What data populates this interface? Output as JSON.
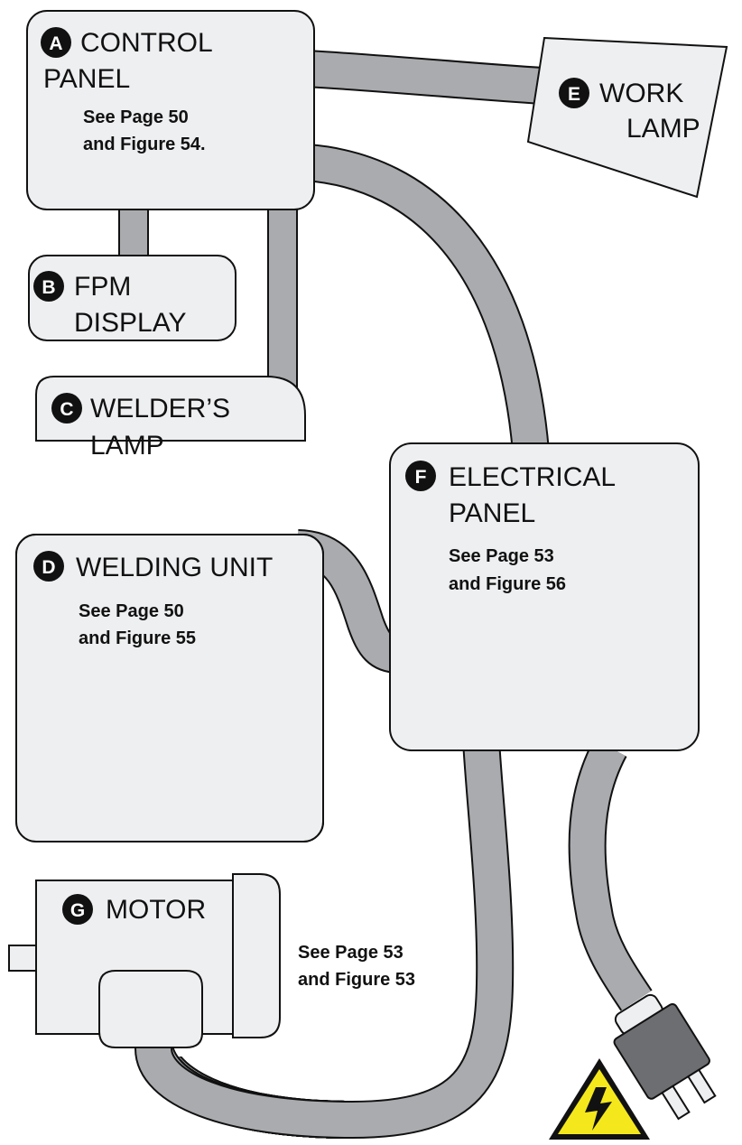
{
  "components": {
    "control_panel": {
      "letter": "A",
      "title_line1": "CONTROL",
      "title_line2": "PANEL",
      "note_line1": "See Page 50",
      "note_line2": "and Figure 54."
    },
    "fpm_display": {
      "letter": "B",
      "title_line1": "FPM",
      "title_line2": "DISPLAY"
    },
    "welders_lamp": {
      "letter": "C",
      "title_line1": "WELDER’S",
      "title_line2": "LAMP"
    },
    "welding_unit": {
      "letter": "D",
      "title_line1": "WELDING UNIT",
      "note_line1": "See Page 50",
      "note_line2": "and Figure 55"
    },
    "work_lamp": {
      "letter": "E",
      "title_line1": "WORK",
      "title_line2": "LAMP"
    },
    "electrical_panel": {
      "letter": "F",
      "title_line1": "ELECTRICAL",
      "title_line2": "PANEL",
      "note_line1": "See Page 53",
      "note_line2": "and Figure 56"
    },
    "motor": {
      "letter": "G",
      "title_line1": "MOTOR",
      "note_line1": "See Page 53",
      "note_line2": "and Figure 53"
    }
  },
  "icons": {
    "power_plug": "power-plug-icon",
    "warning": "high-voltage-warning-icon"
  },
  "colors": {
    "component_fill": "#eeeff1",
    "cable": "#a9abae",
    "plug_body": "#6d6e71",
    "badge": "#111111",
    "warning_yellow": "#f4e81c"
  }
}
